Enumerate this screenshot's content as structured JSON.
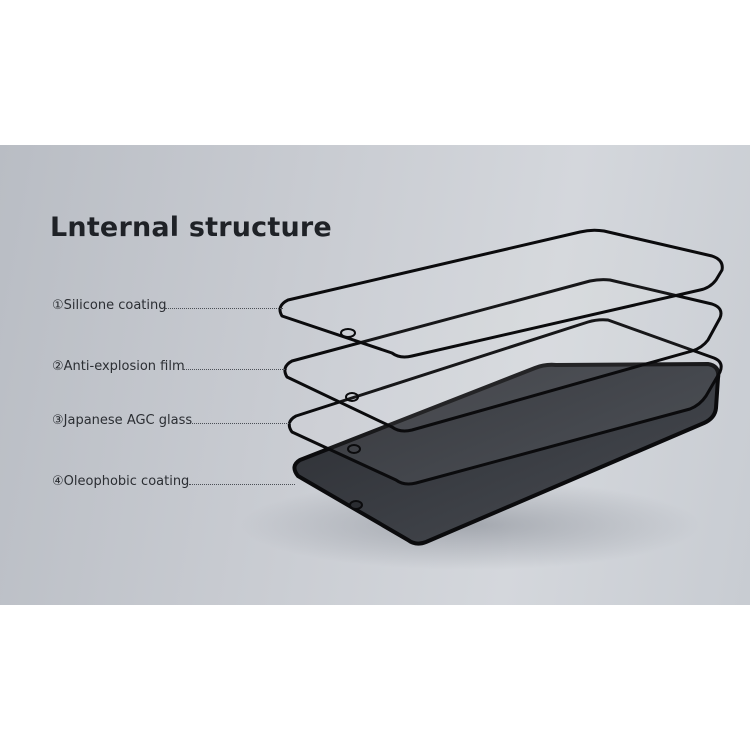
{
  "diagram": {
    "title": "Lnternal structure",
    "layers": [
      {
        "marker": "①",
        "label": "Silicone coating"
      },
      {
        "marker": "②",
        "label": "Anti-explosion film"
      },
      {
        "marker": "③",
        "label": "Japanese AGC glass"
      },
      {
        "marker": "④",
        "label": "Oleophobic coating"
      }
    ]
  },
  "colors": {
    "background": "#c9ccd2",
    "frame": "#0b0b0d",
    "text": "#2b2e33"
  }
}
